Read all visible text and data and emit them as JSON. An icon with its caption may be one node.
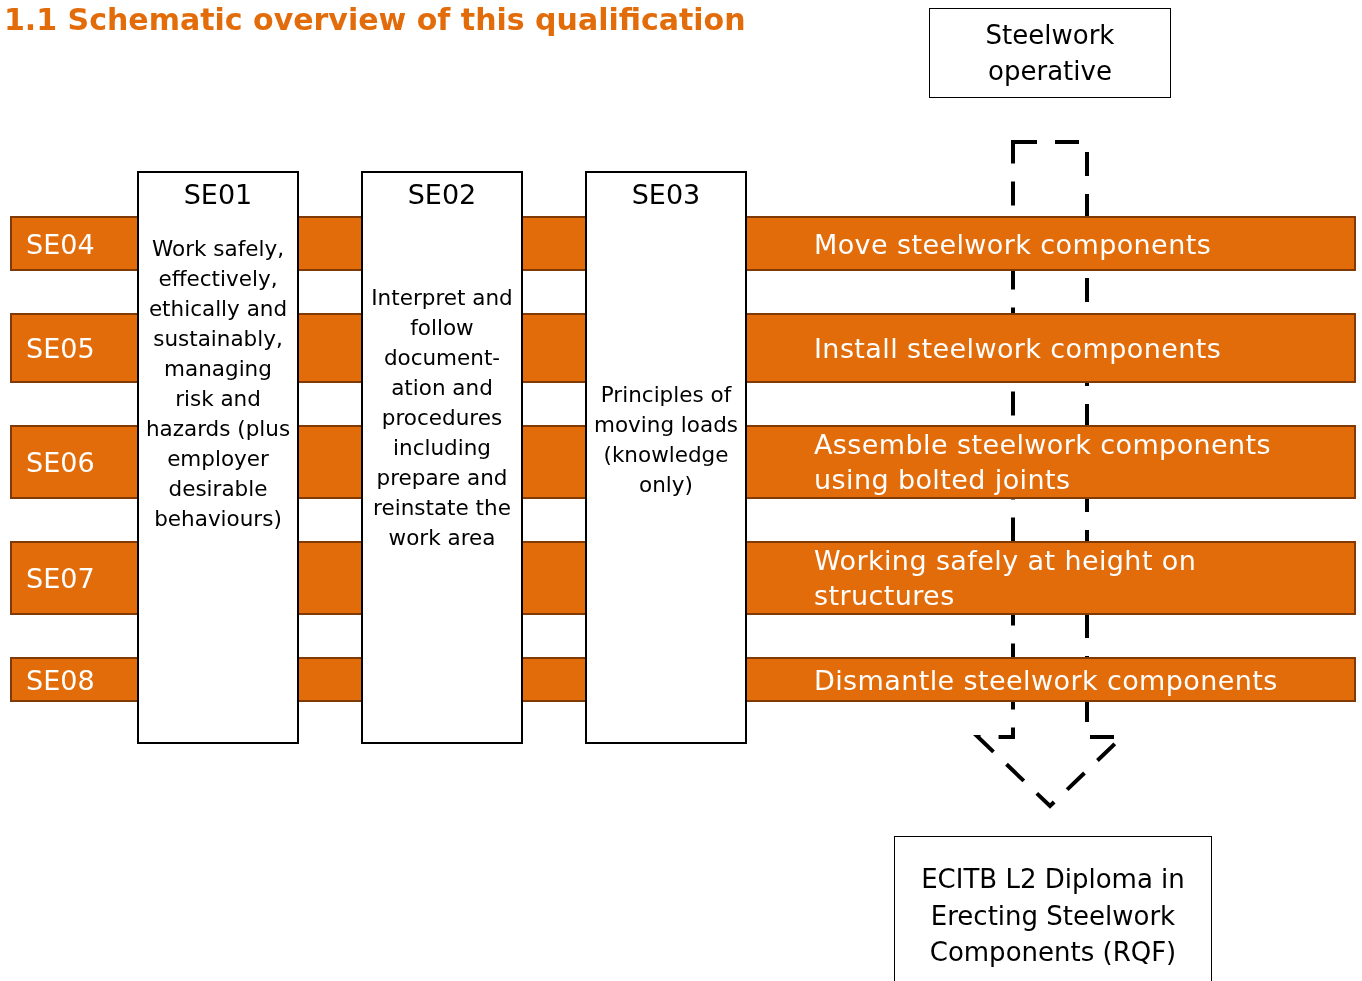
{
  "diagram": {
    "title": "1.1 Schematic overview of this qualification",
    "nodes": [
      {
        "text": [
          "Steelwork operative"
        ]
      },
      {
        "text": [
          "SE01",
          "Work safely, effectively, ethically and sustainably, managing risk and hazards (plus employer desirable behaviours)"
        ]
      },
      {
        "text": [
          "SE02",
          "Interpret and follow document-ation and procedures including prepare and reinstate the work area"
        ]
      },
      {
        "text": [
          "SE03",
          "Principles of moving loads (knowledge only)"
        ]
      },
      {
        "text": [
          "SE04",
          "Move steelwork components"
        ]
      },
      {
        "text": [
          "SE05",
          "Install steelwork components"
        ]
      },
      {
        "text": [
          "SE06",
          "Assemble steelwork components using bolted joints"
        ]
      },
      {
        "text": [
          "SE07",
          "Working safely at height on structures"
        ]
      },
      {
        "text": [
          "SE08",
          "Dismantle steelwork components"
        ]
      },
      {
        "text": [
          "ECITB L2 Diploma in Erecting Steelwork Components (RQF)"
        ]
      }
    ],
    "edges": [
      {
        "from": 0,
        "to": 9,
        "arrow": "to",
        "style": "dashed"
      }
    ]
  }
}
